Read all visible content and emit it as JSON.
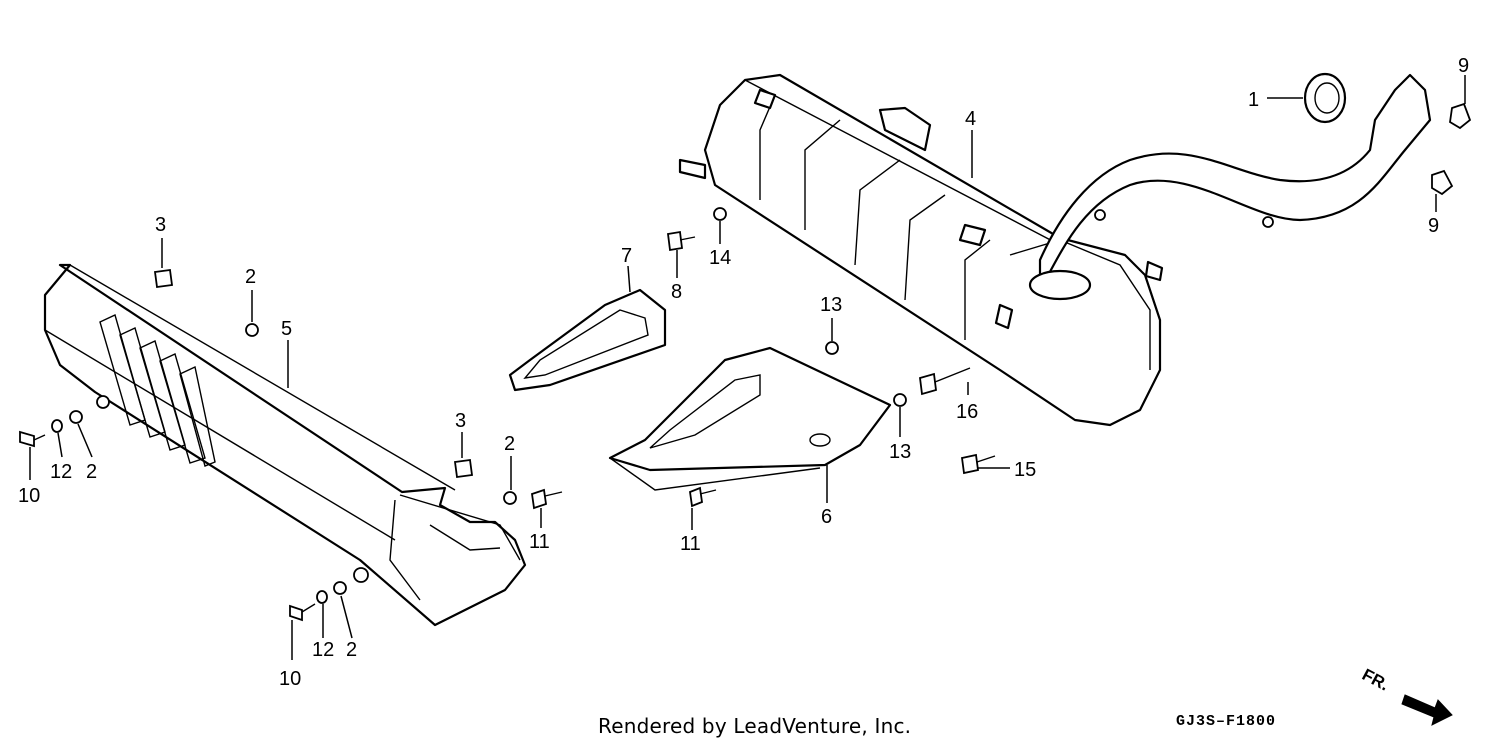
{
  "diagram": {
    "callouts": [
      {
        "id": "c1",
        "text": "1"
      },
      {
        "id": "c2a",
        "text": "2"
      },
      {
        "id": "c2b",
        "text": "2"
      },
      {
        "id": "c2c",
        "text": "2"
      },
      {
        "id": "c2d",
        "text": "2"
      },
      {
        "id": "c3a",
        "text": "3"
      },
      {
        "id": "c3b",
        "text": "3"
      },
      {
        "id": "c4",
        "text": "4"
      },
      {
        "id": "c5",
        "text": "5"
      },
      {
        "id": "c6",
        "text": "6"
      },
      {
        "id": "c7",
        "text": "7"
      },
      {
        "id": "c8",
        "text": "8"
      },
      {
        "id": "c9a",
        "text": "9"
      },
      {
        "id": "c9b",
        "text": "9"
      },
      {
        "id": "c10a",
        "text": "10"
      },
      {
        "id": "c10b",
        "text": "10"
      },
      {
        "id": "c11a",
        "text": "11"
      },
      {
        "id": "c11b",
        "text": "11"
      },
      {
        "id": "c12a",
        "text": "12"
      },
      {
        "id": "c12b",
        "text": "12"
      },
      {
        "id": "c13a",
        "text": "13"
      },
      {
        "id": "c13b",
        "text": "13"
      },
      {
        "id": "c14",
        "text": "14"
      },
      {
        "id": "c15",
        "text": "15"
      },
      {
        "id": "c16",
        "text": "16"
      }
    ],
    "direction_label": "FR."
  },
  "footer": {
    "credit": "Rendered by LeadVenture, Inc.",
    "diagram_code": "GJ3S–F1800"
  }
}
